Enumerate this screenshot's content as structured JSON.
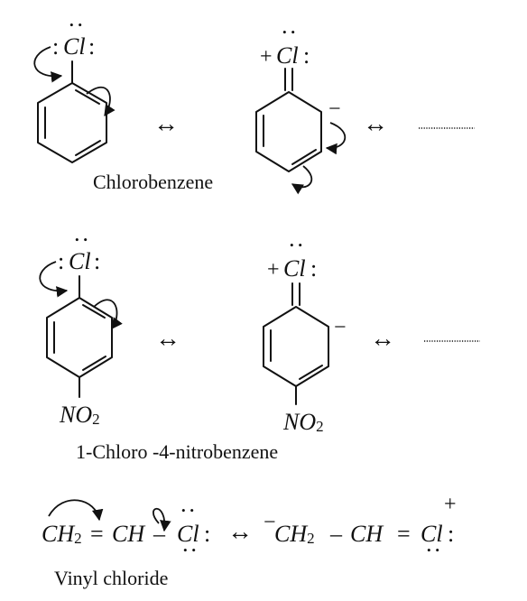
{
  "symbols": {
    "chlorine": "Cl",
    "plus": "+",
    "minus": "−",
    "lone_pair_colon": ":",
    "resonance_arrow": "↔",
    "continuation": "…………",
    "nitro_N": "NO",
    "nitro_sub": "2",
    "ch2": "CH",
    "ch2_sub": "2",
    "ch": "CH",
    "vinyl_double": "=",
    "vinyl_single": "–"
  },
  "captions": {
    "chlorobenzene": "Chlorobenzene",
    "chloronitrobenzene": "1-Chloro -4-nitrobenzene",
    "vinyl_chloride": "Vinyl chloride"
  }
}
